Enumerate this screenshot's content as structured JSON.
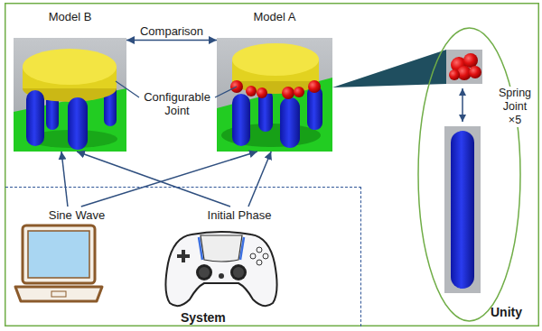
{
  "diagram": {
    "nodes": [
      {
        "text": [
          "Unity"
        ]
      },
      {
        "text": [
          "Model B"
        ],
        "in": 0
      },
      {
        "text": [
          "Model A"
        ],
        "in": 0
      },
      {
        "text": [
          "Spring Joint ×5"
        ],
        "in": 0
      },
      {
        "text": [
          "System"
        ],
        "in": 0
      },
      {
        "text": [
          "Sine Wave"
        ],
        "in": 4
      },
      {
        "text": [
          "Initial Phase"
        ],
        "in": 4
      }
    ],
    "edges": [
      {
        "from": 1,
        "to": 2,
        "label": "Comparison",
        "arrow": "both"
      },
      {
        "from": 5,
        "to": 1,
        "arrow": "to"
      },
      {
        "from": 5,
        "to": 2,
        "arrow": "to"
      },
      {
        "from": 6,
        "to": 1,
        "arrow": "to"
      },
      {
        "from": 6,
        "to": 2,
        "arrow": "to"
      }
    ],
    "labels": [
      "Configurable Joint"
    ]
  }
}
